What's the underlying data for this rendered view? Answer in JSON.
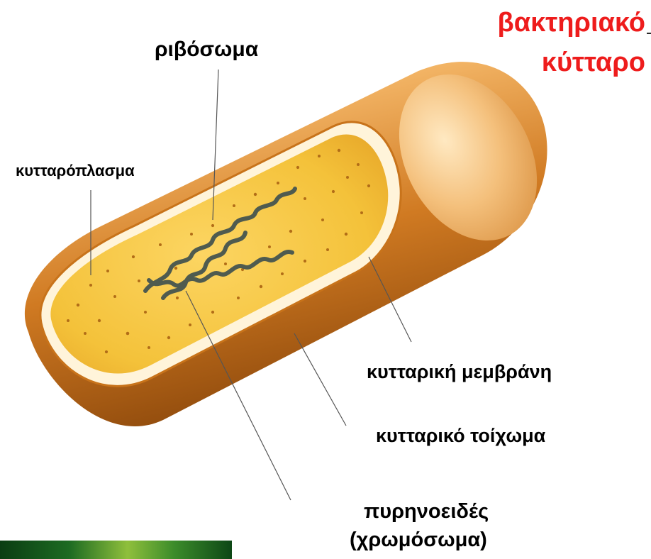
{
  "title": {
    "line1": "βακτηριακό",
    "line2": "κύτταρο",
    "color": "#ee1c1c"
  },
  "labels": {
    "ribosome": "ριβόσωμα",
    "cytoplasm": "κυτταρόπλασμα",
    "membrane": "κυτταρική μεμβράνη",
    "cell_wall": "κυτταρικό τοίχωμα",
    "nucleoid_line1": "πυρηνοειδές",
    "nucleoid_line2": "(χρωμόσωμα)"
  },
  "colors": {
    "outer_wall": "#c8731a",
    "outer_wall_light": "#f6c27a",
    "cytoplasm": "#f7c84a",
    "membrane": "#fff3d6",
    "granules": "#b8741c",
    "nucleoid": "#5e6b5e",
    "leader_line": "#555555",
    "decor_bar": "#2f7a22"
  },
  "icons": {
    "bacterium": "bacterial-cell-illustration"
  }
}
